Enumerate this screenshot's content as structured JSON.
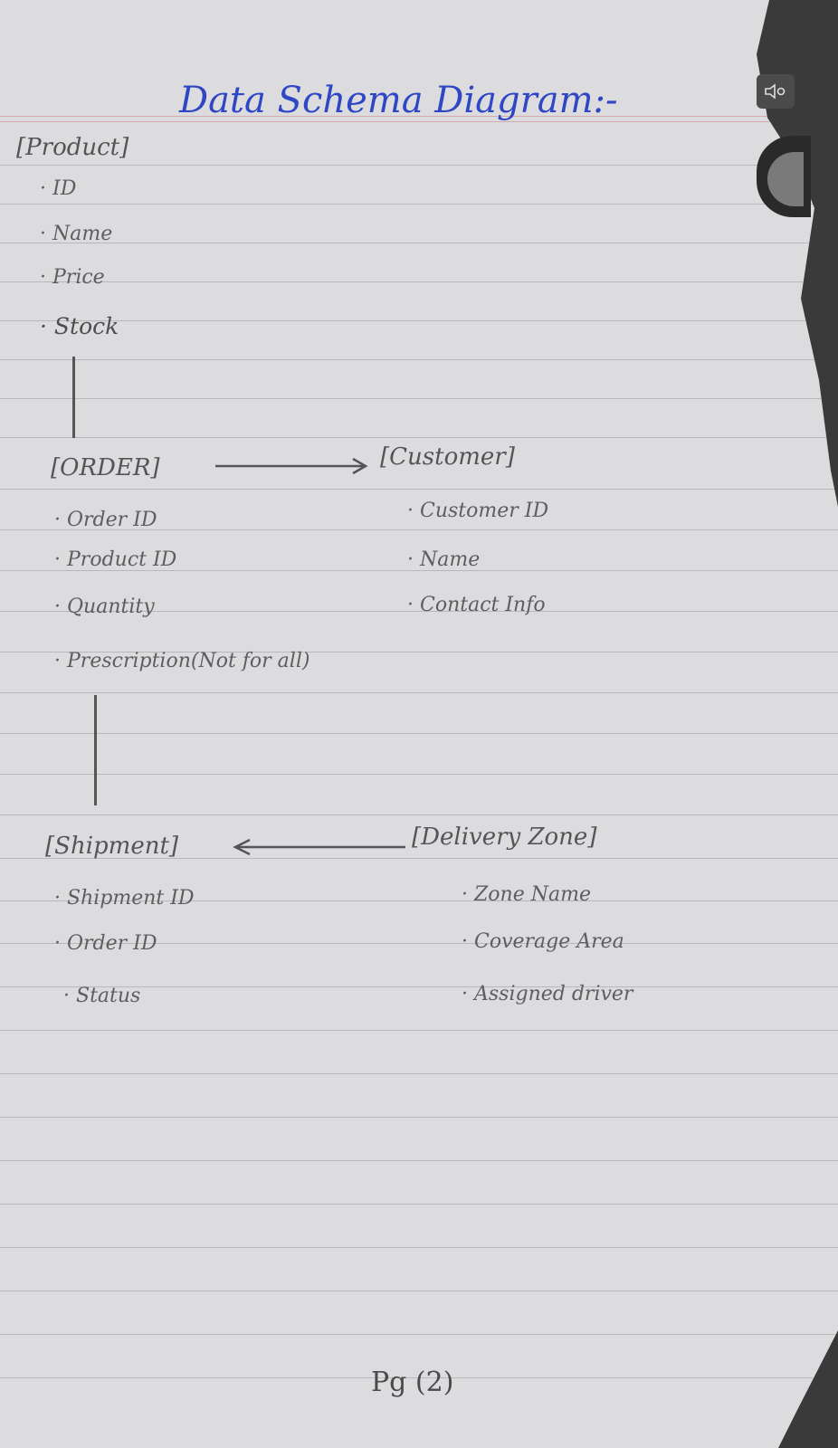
{
  "title": "Data Schema Diagram:-",
  "entities": {
    "product": {
      "name": "[Product]",
      "attributes": [
        "ID",
        "Name",
        "Price",
        "Stock"
      ]
    },
    "order": {
      "name": "[ORDER]",
      "attributes": [
        "Order ID",
        "Product ID",
        "Quantity",
        "Prescription(Not for all)"
      ]
    },
    "customer": {
      "name": "[Customer]",
      "attributes": [
        "Customer ID",
        "Name",
        "Contact Info"
      ]
    },
    "shipment": {
      "name": "[Shipment]",
      "attributes": [
        "Shipment ID",
        "Order ID",
        "Status"
      ]
    },
    "delivery_zone": {
      "name": "[Delivery Zone]",
      "attributes": [
        "Zone Name",
        "Coverage Area",
        "Assigned driver"
      ]
    }
  },
  "page_number": "Pg (2)",
  "colors": {
    "title_ink": "#2f47c4",
    "pencil": "#5e5e5e",
    "paper": "#dcdcde"
  },
  "icons": {
    "speaker": "speaker-mute-icon"
  }
}
